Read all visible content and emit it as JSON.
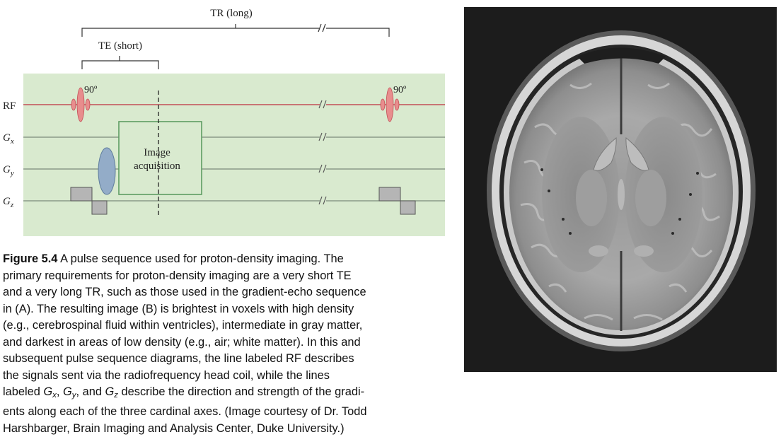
{
  "diagram": {
    "tr_label": "TR (long)",
    "te_label": "TE (short)",
    "rf_label": "RF",
    "gx_label": "G",
    "gx_sub": "x",
    "gy_label": "G",
    "gy_sub": "y",
    "gz_label": "G",
    "gz_sub": "z",
    "pulse1_label": "90º",
    "pulse2_label": "90º",
    "acquisition_line1": "Image",
    "acquisition_line2": "acquisition",
    "colors": {
      "panel_bg": "#d9eacf",
      "rf_line": "#c24e56",
      "rf_pulse": "#e88d8d",
      "gradient_line": "#7c8a7a",
      "acq_box": "#5e9c62",
      "gy_lobe": "#93acc8",
      "gz_lobe": "#b5b5b5",
      "bracket": "#333333"
    }
  },
  "caption": {
    "figure_label": "Figure 5.4",
    "line1": " A pulse sequence used for proton-density imaging. The",
    "line2": "primary requirements for proton-density imaging are a very short TE",
    "line3": "and a very long TR, such as those used in the gradient-echo sequence",
    "line4": "in (A). The resulting image (B) is brightest in voxels with high density",
    "line5": "(e.g., cerebrospinal fluid within ventricles), intermediate in gray matter,",
    "line6": "and darkest in areas of low density (e.g., air; white matter). In this and",
    "line7": "subsequent pulse sequence diagrams, the line labeled RF describes",
    "line8": "the signals sent via the radiofrequency head coil, while the lines",
    "line9_a": "labeled ",
    "line9_gx": "G",
    "line9_gx_sub": "x",
    "line9_b": ", ",
    "line9_gy": "G",
    "line9_gy_sub": "y",
    "line9_c": ", and ",
    "line9_gz": "G",
    "line9_gz_sub": "z",
    "line9_d": " describe the direction and strength of the gradi-",
    "line10": "ents along each of the three cardinal axes. (Image courtesy of Dr. Todd",
    "line11": "Harshbarger, Brain Imaging and Analysis Center, Duke University.)"
  }
}
